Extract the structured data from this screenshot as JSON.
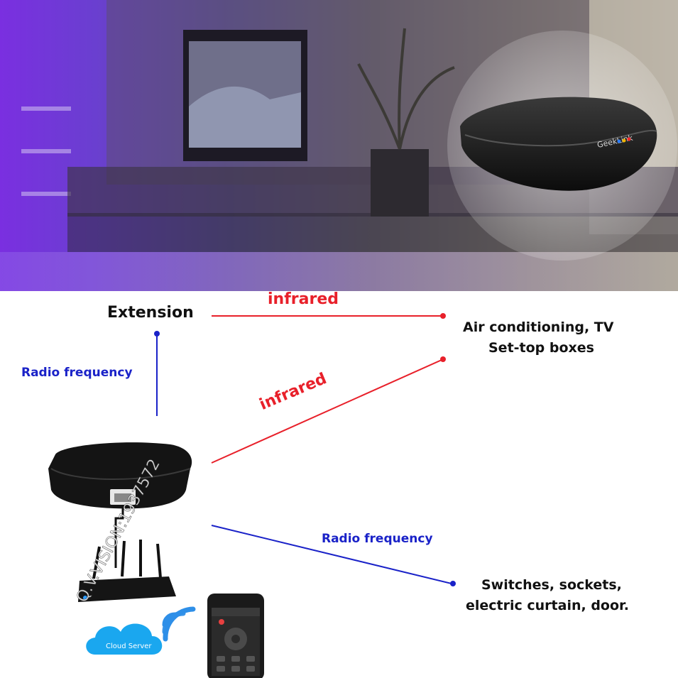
{
  "header_scene": {
    "device_brand": "GeekLink",
    "device_led_colors": [
      "#2b7cff",
      "#f0b400",
      "#ff2a2a"
    ],
    "gradient_colors": [
      "#7a2fe0",
      "#a79f92"
    ]
  },
  "diagram": {
    "extension_label": "Extension",
    "infrared_top_label": "infrared",
    "infrared_diag_label": "infrared",
    "radio_left_label": "Radio frequency",
    "radio_bottom_label": "Radio frequency",
    "target_top_line1": "Air conditioning, TV",
    "target_top_line2": "Set-top boxes",
    "target_bottom_line1": "Switches, sockets,",
    "target_bottom_line2": "electric curtain, door.",
    "cloud_label": "Cloud Server",
    "watermark": "Q.V.VISION:1937572",
    "colors": {
      "infrared": "#e8202a",
      "radio": "#1a22c8",
      "text": "#111111"
    }
  }
}
